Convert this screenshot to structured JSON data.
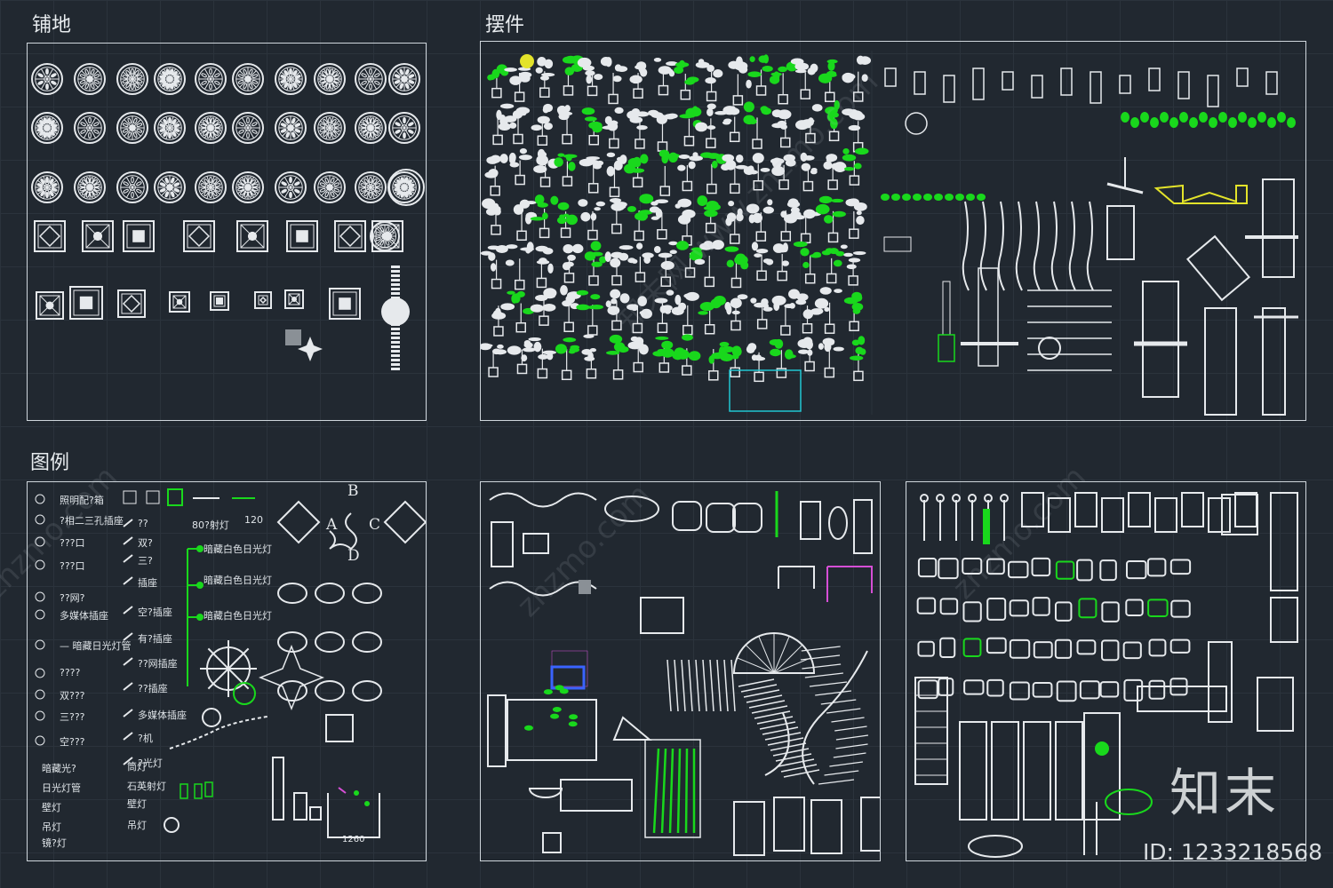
{
  "sections": {
    "flooring": "铺地",
    "ornaments": "摆件",
    "legend": "图例"
  },
  "legend": {
    "col1": [
      "照明配?箱",
      "?相二三孔插座",
      "???口",
      "???口",
      "??网?",
      "多媒体插座",
      "— 暗藏日光灯管",
      "????",
      "双???",
      "三???",
      "空???"
    ],
    "col2": [
      "??",
      "双?",
      "三?",
      "插座",
      "空?插座",
      "有?插座",
      "??网插座",
      "??插座",
      "多媒体插座",
      "?机",
      "?光灯"
    ],
    "col3": [
      "暗藏白色日光灯",
      "暗藏白色日光灯",
      "暗藏白色日光灯"
    ],
    "col4": [
      "筒灯",
      "石英射灯",
      "壁灯",
      "吊灯"
    ],
    "col5": [
      "暗藏光?",
      "日光灯管",
      "壁灯",
      "吊灯",
      "镜?灯"
    ],
    "label_120": "120",
    "label_1260": "1260",
    "label_80": "80?射灯",
    "letters": [
      "A",
      "B",
      "C",
      "D"
    ]
  },
  "watermark": {
    "brand": "知末",
    "id": "ID: 1233218568",
    "site": "znzmo.com",
    "site_cn": "知末网 www.znzmo.com"
  },
  "colors": {
    "background": "#212830",
    "grid": "#2b333c",
    "line": "#e6e9ec",
    "green": "#19d81c",
    "yellow": "#e3e32a",
    "magenta": "#d64fd6",
    "cyan": "#21c6d1"
  }
}
